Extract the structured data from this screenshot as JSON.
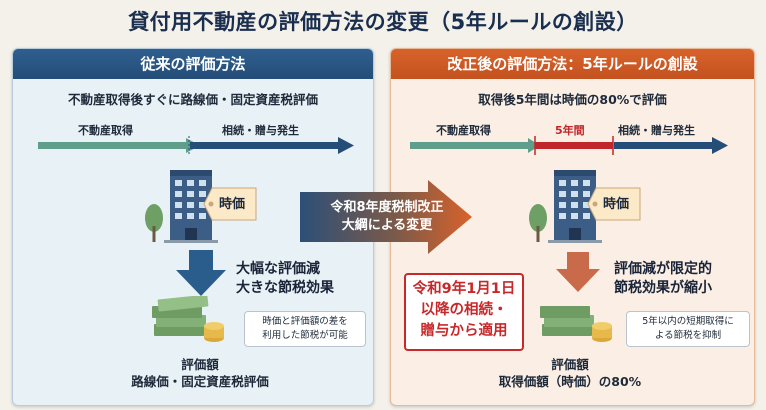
{
  "title": "貸付用不動産の評価方法の変更（5年ルールの創設）",
  "left": {
    "header": "従来の評価方法",
    "subtitle": "不動産取得後すぐに路線価・固定資産税評価",
    "timeline": {
      "start_label": "不動産取得",
      "end_label": "相続・贈与発生"
    },
    "tag_label": "時価",
    "effect_line1": "大幅な評価減",
    "effect_line2": "大きな節税効果",
    "note_line1": "時価と評価額の差を",
    "note_line2": "利用した節税が可能",
    "eval_label": "評価額",
    "eval_value": "路線価・固定資産税評価"
  },
  "center": {
    "line1": "令和8年度税制改正",
    "line2": "大綱による変更"
  },
  "right": {
    "header": "改正後の評価方法：5年ルールの創設",
    "subtitle": "取得後5年間は時価の80%で評価",
    "timeline": {
      "start_label": "不動産取得",
      "mid_label": "5年間",
      "end_label": "相続・贈与発生"
    },
    "tag_label": "時価",
    "effect_line1": "評価減が限定的",
    "effect_line2": "節税効果が縮小",
    "note_line1": "5年以内の短期取得に",
    "note_line2": "よる節税を抑制",
    "redbox_line1": "令和9年1月1日",
    "redbox_line2": "以降の相続・",
    "redbox_line3": "贈与から適用",
    "eval_label": "評価額",
    "eval_value": "取得価額（時価）の80%"
  },
  "colors": {
    "navy": "#244d78",
    "teal": "#5f9e8a",
    "orange": "#d9622b",
    "red": "#c0262a"
  },
  "icons": [
    "building-icon",
    "price-tag-icon",
    "tree-icon",
    "down-arrow-icon",
    "money-stack-icon",
    "coin-stack-icon",
    "right-arrow-icon"
  ]
}
